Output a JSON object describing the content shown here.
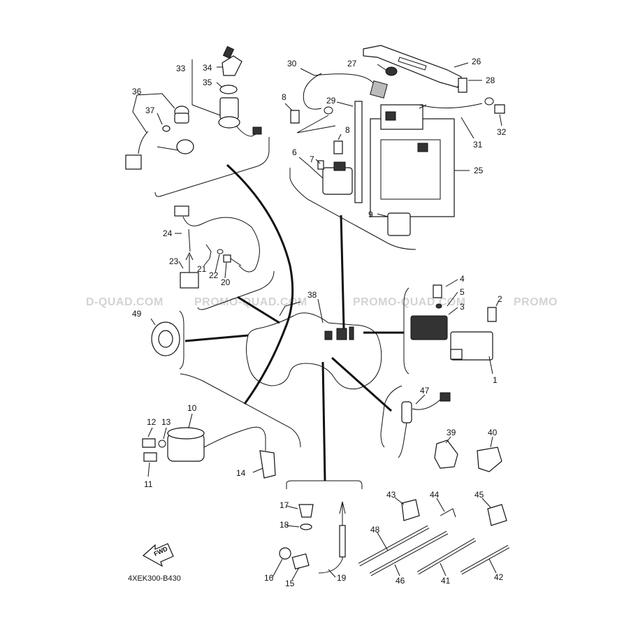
{
  "diagram": {
    "code": "4XEK300-B430",
    "fwd_label": "FWD",
    "watermarks": [
      "D-QUAD.COM",
      "PROMO-QUAD.COM",
      "PROMO-QUAD.COM",
      "PROMO"
    ],
    "parts": [
      {
        "id": "1",
        "label": "1"
      },
      {
        "id": "2",
        "label": "2"
      },
      {
        "id": "3",
        "label": "3"
      },
      {
        "id": "4",
        "label": "4"
      },
      {
        "id": "5",
        "label": "5"
      },
      {
        "id": "6",
        "label": "6"
      },
      {
        "id": "7",
        "label": "7"
      },
      {
        "id": "8a",
        "label": "8"
      },
      {
        "id": "8b",
        "label": "8"
      },
      {
        "id": "9",
        "label": "9"
      },
      {
        "id": "10",
        "label": "10"
      },
      {
        "id": "11",
        "label": "11"
      },
      {
        "id": "12",
        "label": "12"
      },
      {
        "id": "13",
        "label": "13"
      },
      {
        "id": "14",
        "label": "14"
      },
      {
        "id": "15",
        "label": "15"
      },
      {
        "id": "16",
        "label": "16"
      },
      {
        "id": "17",
        "label": "17"
      },
      {
        "id": "18",
        "label": "18"
      },
      {
        "id": "19",
        "label": "19"
      },
      {
        "id": "20",
        "label": "20"
      },
      {
        "id": "21",
        "label": "21"
      },
      {
        "id": "22",
        "label": "22"
      },
      {
        "id": "23",
        "label": "23"
      },
      {
        "id": "24",
        "label": "24"
      },
      {
        "id": "25",
        "label": "25"
      },
      {
        "id": "26",
        "label": "26"
      },
      {
        "id": "27",
        "label": "27"
      },
      {
        "id": "28",
        "label": "28"
      },
      {
        "id": "29",
        "label": "29"
      },
      {
        "id": "30",
        "label": "30"
      },
      {
        "id": "31",
        "label": "31"
      },
      {
        "id": "32",
        "label": "32"
      },
      {
        "id": "33",
        "label": "33"
      },
      {
        "id": "34",
        "label": "34"
      },
      {
        "id": "35",
        "label": "35"
      },
      {
        "id": "36",
        "label": "36"
      },
      {
        "id": "37",
        "label": "37"
      },
      {
        "id": "38",
        "label": "38"
      },
      {
        "id": "39",
        "label": "39"
      },
      {
        "id": "40",
        "label": "40"
      },
      {
        "id": "41",
        "label": "41"
      },
      {
        "id": "42",
        "label": "42"
      },
      {
        "id": "43",
        "label": "43"
      },
      {
        "id": "44",
        "label": "44"
      },
      {
        "id": "45",
        "label": "45"
      },
      {
        "id": "46",
        "label": "46"
      },
      {
        "id": "47",
        "label": "47"
      },
      {
        "id": "48",
        "label": "48"
      },
      {
        "id": "49",
        "label": "49"
      }
    ]
  }
}
